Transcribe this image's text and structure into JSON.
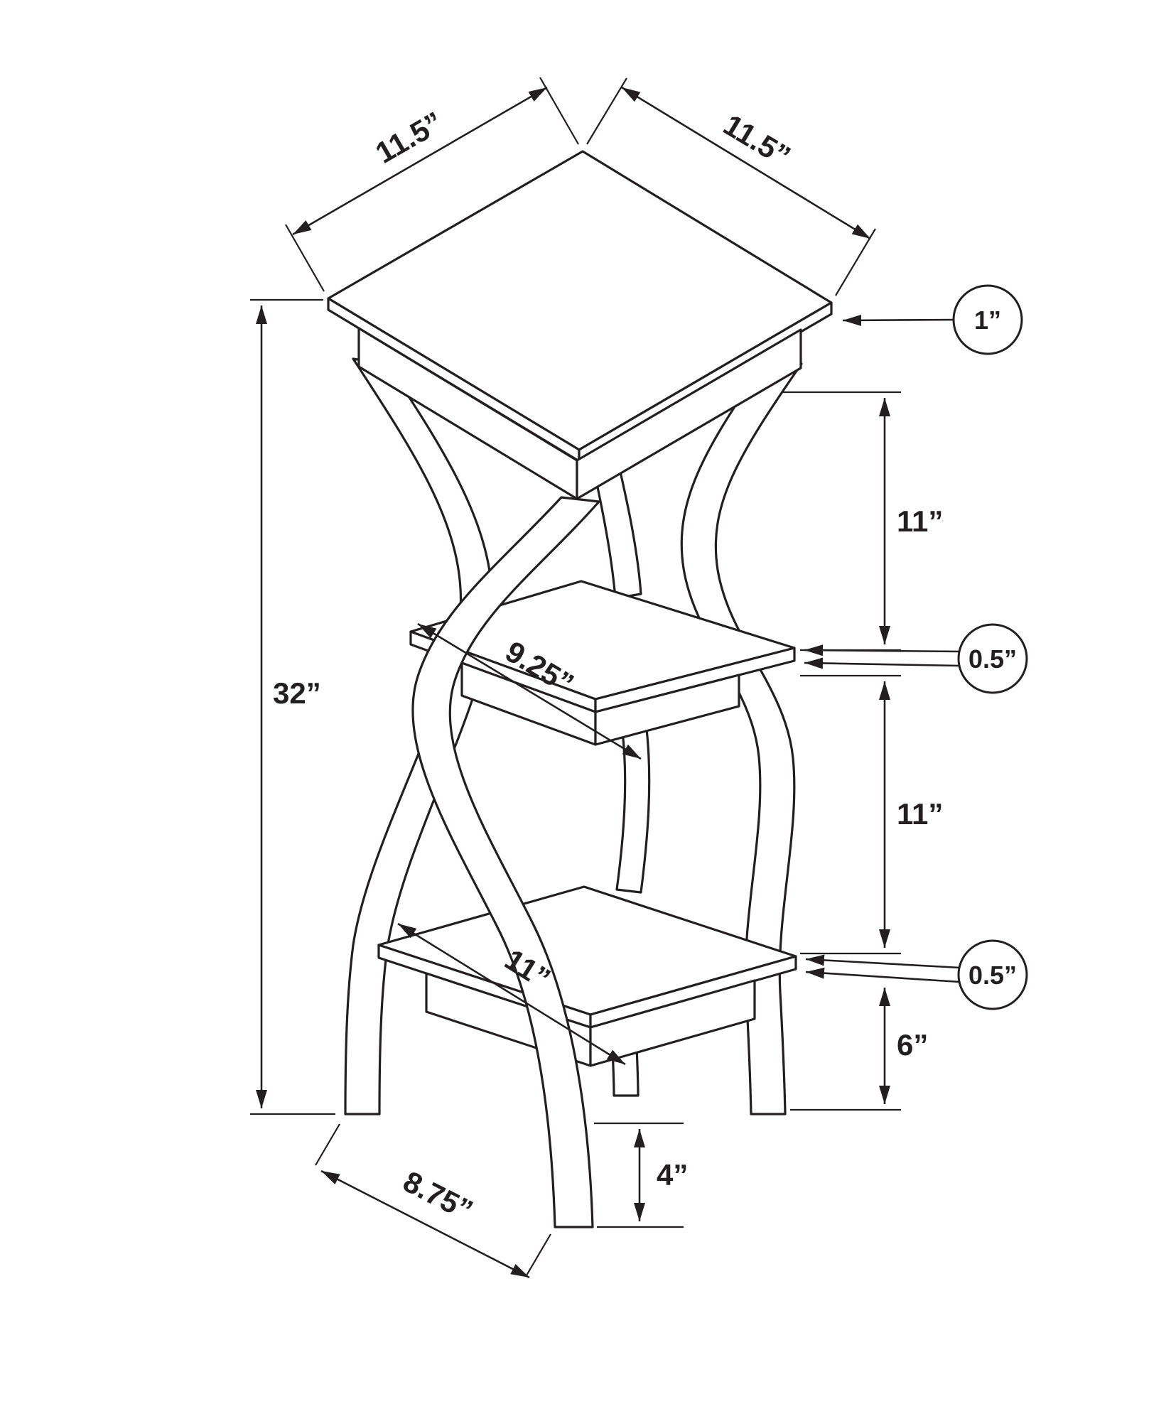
{
  "diagram": {
    "subject": "3-tier twisted-leg accent table / plant stand dimension drawing",
    "colors": {
      "line": "#231f20",
      "background": "#ffffff"
    },
    "dimensions": {
      "top_width": {
        "label": "11.5”",
        "inches": 11.5
      },
      "top_depth": {
        "label": "11.5”",
        "inches": 11.5
      },
      "top_thickness": {
        "label": "1”",
        "inches": 1
      },
      "overall_height": {
        "label": "32”",
        "inches": 32
      },
      "top_to_middle_shelf": {
        "label": "11”",
        "inches": 11
      },
      "middle_shelf_thickness": {
        "label": "0.5”",
        "inches": 0.5
      },
      "middle_shelf_width": {
        "label": "9.25”",
        "inches": 9.25
      },
      "middle_to_bottom_shelf": {
        "label": "11”",
        "inches": 11
      },
      "bottom_shelf_width": {
        "label": "11”",
        "inches": 11
      },
      "bottom_shelf_thickness": {
        "label": "0.5”",
        "inches": 0.5
      },
      "bottom_shelf_height": {
        "label": "6”",
        "inches": 6
      },
      "leg_foot_height": {
        "label": "4”",
        "inches": 4
      },
      "base_width": {
        "label": "8.75”",
        "inches": 8.75
      }
    }
  }
}
